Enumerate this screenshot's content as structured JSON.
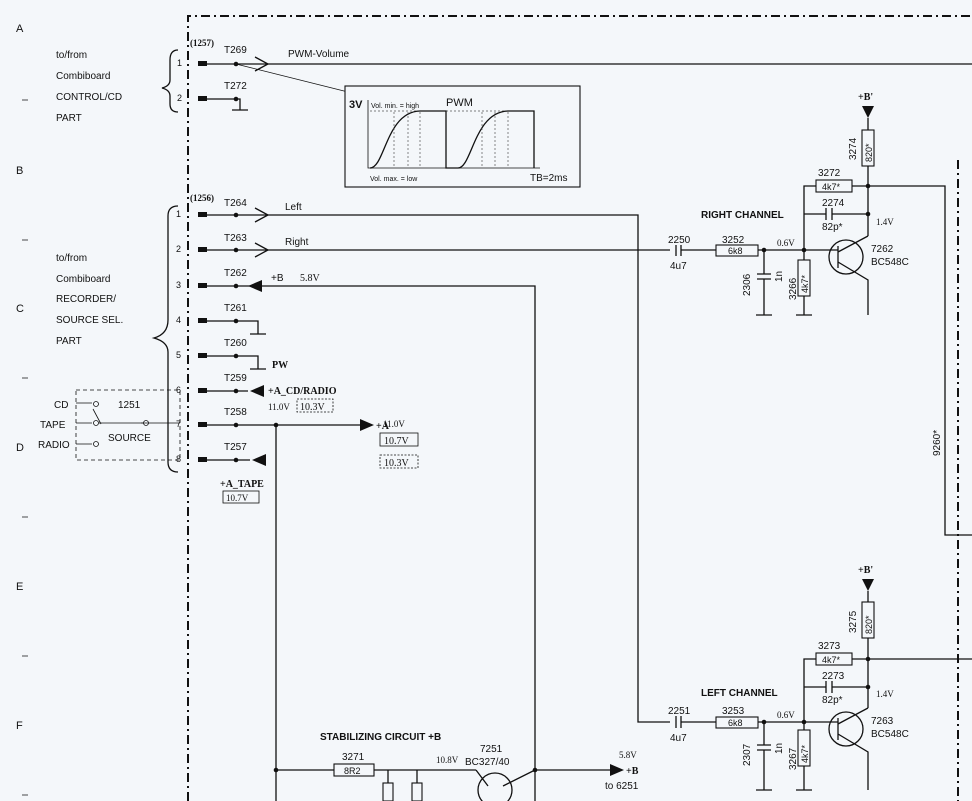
{
  "row_markers": [
    "A",
    "B",
    "C",
    "D",
    "E",
    "F"
  ],
  "top_group": {
    "connector": "(1257)",
    "label_lines": [
      "to/from",
      "Combiboard",
      "CONTROL/CD",
      "PART"
    ]
  },
  "mid_group": {
    "connector": "(1256)",
    "label_lines": [
      "to/from",
      "Combiboard",
      "RECORDER/",
      "SOURCE SEL.",
      "PART"
    ]
  },
  "top_pins": [
    {
      "num": "1",
      "tp": "T269",
      "signal": "PWM-Volume"
    },
    {
      "num": "2",
      "tp": "T272",
      "signal": ""
    }
  ],
  "mid_pins": [
    {
      "num": "1",
      "tp": "T264",
      "signal": "Left"
    },
    {
      "num": "2",
      "tp": "T263",
      "signal": "Right"
    },
    {
      "num": "3",
      "tp": "T262",
      "signal": "+B"
    },
    {
      "num": "4",
      "tp": "T261",
      "signal": ""
    },
    {
      "num": "5",
      "tp": "T260",
      "signal": "PW"
    },
    {
      "num": "6",
      "tp": "T259",
      "signal": "+A_CD/RADIO"
    },
    {
      "num": "7",
      "tp": "T258",
      "signal": "+A"
    },
    {
      "num": "8",
      "tp": "T257",
      "signal": "+A_TAPE"
    }
  ],
  "voltages": {
    "b_pin3": "5.8V",
    "cd_radio_a": "11.0V",
    "cd_radio_b": "10.3V",
    "a_a": "11.0V",
    "a_b": "10.7V",
    "a_c": "10.3V",
    "tape": "10.7V",
    "right_base": "0.6V",
    "right_collector": "1.4V",
    "left_base": "0.6V",
    "left_collector": "1.4V",
    "stab_in": "10.8V",
    "stab_out": "5.8V"
  },
  "pwm_inset": {
    "y_label": "3V",
    "title": "PWM",
    "top_note": "Vol. min. = high",
    "bottom_note": "Vol. max. = low",
    "timebase": "TB=2ms"
  },
  "source_switch": {
    "ref": "1251",
    "name": "SOURCE",
    "positions": [
      "CD",
      "TAPE",
      "RADIO"
    ]
  },
  "right_channel": {
    "title": "RIGHT CHANNEL",
    "supply": "+B'",
    "c_in": {
      "ref": "2250",
      "value": "4u7"
    },
    "r_in": {
      "ref": "3252",
      "value": "6k8"
    },
    "c_shunt": {
      "ref": "2306",
      "value": "1n"
    },
    "r_bias": {
      "ref": "3266",
      "value": "4k7*"
    },
    "r_fb": {
      "ref": "3272",
      "value": "4k7*"
    },
    "c_fb": {
      "ref": "2274",
      "value": "82p*"
    },
    "r_col": {
      "ref": "3274",
      "value": "820*"
    },
    "transistor": {
      "ref": "7262",
      "type": "BC548C"
    }
  },
  "left_channel": {
    "title": "LEFT CHANNEL",
    "supply": "+B'",
    "c_in": {
      "ref": "2251",
      "value": "4u7"
    },
    "r_in": {
      "ref": "3253",
      "value": "6k8"
    },
    "c_shunt": {
      "ref": "2307",
      "value": "1n"
    },
    "r_bias": {
      "ref": "3267",
      "value": "4k7*"
    },
    "r_fb": {
      "ref": "3273",
      "value": "4k7*"
    },
    "c_fb": {
      "ref": "2273",
      "value": "82p*"
    },
    "r_col": {
      "ref": "3275",
      "value": "820*"
    },
    "transistor": {
      "ref": "7263",
      "type": "BC548C"
    }
  },
  "link_ref": "9260*",
  "stabilizer": {
    "title": "STABILIZING CIRCUIT +B",
    "resistor": {
      "ref": "3271",
      "value": "8R2"
    },
    "transistor": {
      "ref": "7251",
      "type": "BC327/40"
    },
    "output": "+B",
    "to": "to 6251"
  }
}
